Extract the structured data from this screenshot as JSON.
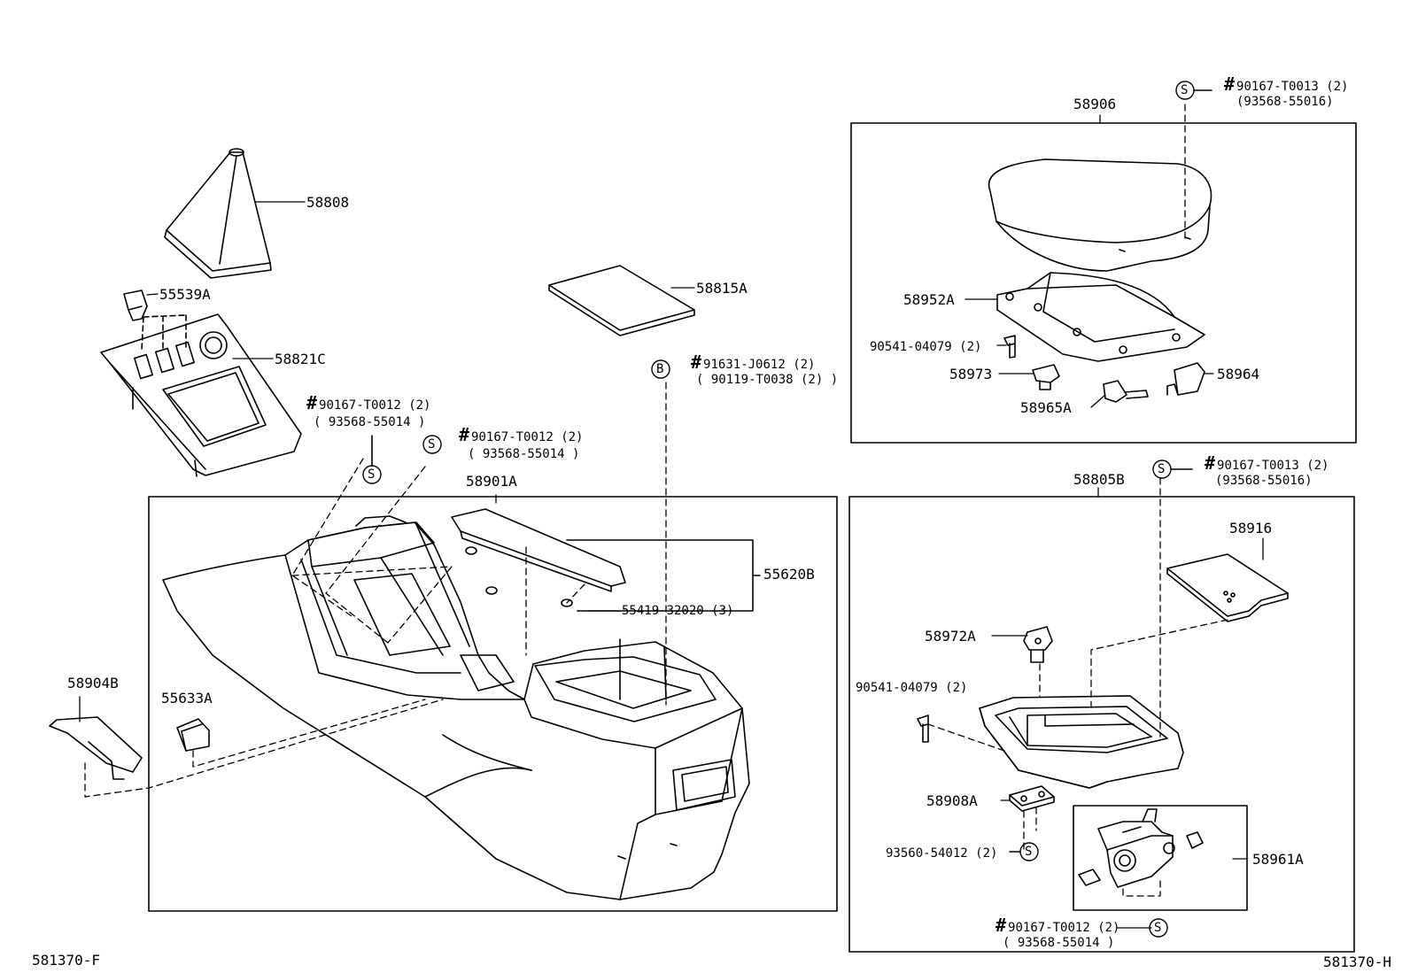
{
  "corners": {
    "left": "581370-F",
    "right": "581370-H"
  },
  "groups": {
    "armrest": "58906",
    "box": "58805B",
    "console": "58901A",
    "lid_assembly": "55620B"
  },
  "parts": {
    "p58808": "58808",
    "p55539A": "55539A",
    "p58821C": "58821C",
    "p58815A": "58815A",
    "p58904B": "58904B",
    "p55633A": "55633A",
    "p55419": "55419-32020 (3)",
    "p58952A": "58952A",
    "p90541a": "90541-04079 (2)",
    "p58973": "58973",
    "p58965A": "58965A",
    "p58964": "58964",
    "p58916": "58916",
    "p58972A": "58972A",
    "p90541b": "90541-04079 (2)",
    "p58908A": "58908A",
    "p93560": "93560-54012 (2)",
    "p58961A": "58961A"
  },
  "refs": {
    "r1a": "90167-T0012 (2)",
    "r1b": "( 93568-55014 )",
    "r2a": "90167-T0012 (2)",
    "r2b": "( 93568-55014 )",
    "r3a": "91631-J0612 (2)",
    "r3b": "( 90119-T0038 (2) )",
    "r4a": "90167-T0013 (2)",
    "r4b": "(93568-55016)",
    "r5a": "90167-T0013 (2)",
    "r5b": "(93568-55016)",
    "r6a": "90167-T0012 (2)",
    "r6b": "( 93568-55014 )"
  },
  "symbols": {
    "hash": "#",
    "s": "S",
    "b": "B"
  },
  "colors": {
    "line": "#000000",
    "background": "#ffffff"
  }
}
